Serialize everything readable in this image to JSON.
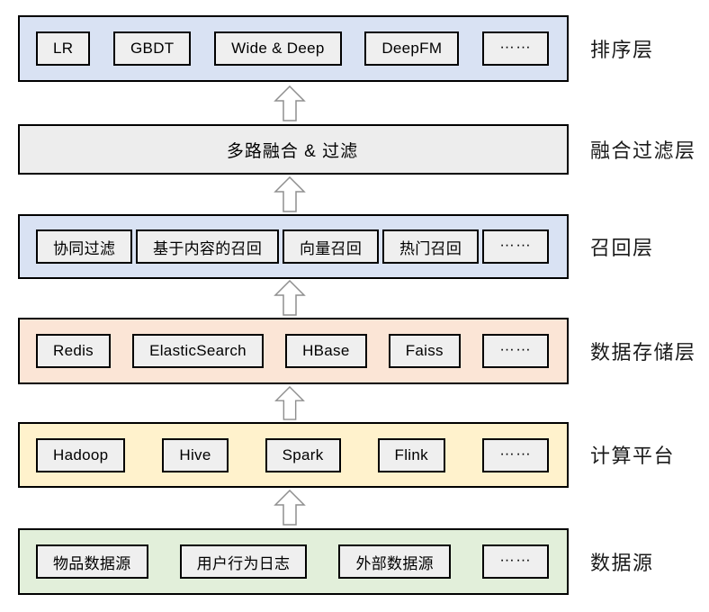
{
  "diagram": {
    "type": "layered-architecture",
    "colors": {
      "layer_blue": "#d9e2f3",
      "layer_gray": "#ededed",
      "layer_peach": "#fbe5d6",
      "layer_yellow": "#fff2cc",
      "layer_green": "#e2efda",
      "inner_box_gray": "#efefef",
      "border": "#000000",
      "arrow_stroke": "#8f8f8f"
    },
    "layers": [
      {
        "label": "排序层",
        "boxes": [
          "LR",
          "GBDT",
          "Wide & Deep",
          "DeepFM",
          "……"
        ]
      },
      {
        "label": "融合过滤层",
        "text": "多路融合 & 过滤"
      },
      {
        "label": "召回层",
        "boxes": [
          "协同过滤",
          "基于内容的召回",
          "向量召回",
          "热门召回",
          "……"
        ]
      },
      {
        "label": "数据存储层",
        "boxes": [
          "Redis",
          "ElasticSearch",
          "HBase",
          "Faiss",
          "……"
        ]
      },
      {
        "label": "计算平台",
        "boxes": [
          "Hadoop",
          "Hive",
          "Spark",
          "Flink",
          "……"
        ]
      },
      {
        "label": "数据源",
        "boxes": [
          "物品数据源",
          "用户行为日志",
          "外部数据源",
          "……"
        ]
      }
    ]
  }
}
